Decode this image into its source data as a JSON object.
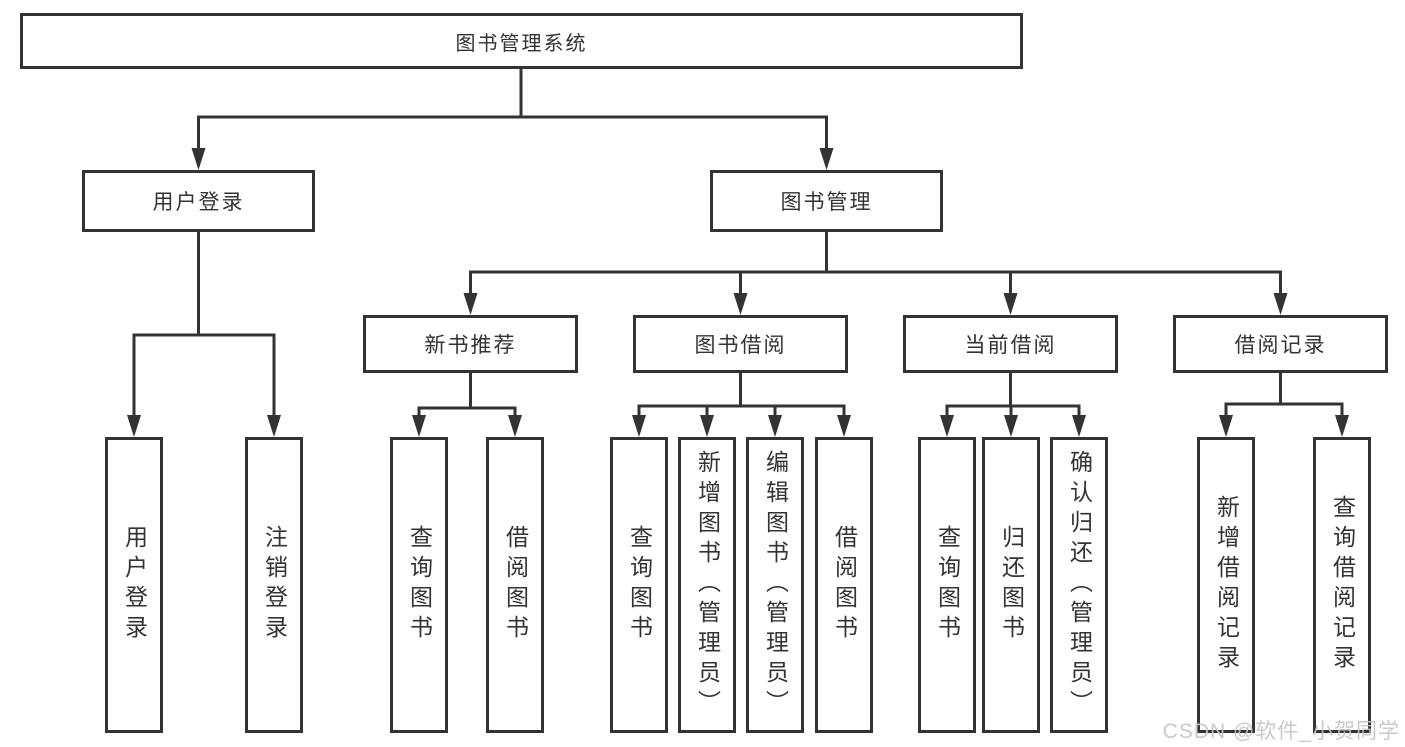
{
  "colors": {
    "line": "#333333",
    "text": "#333333",
    "background": "#ffffff",
    "box_fill": "#ffffff",
    "watermark": "#c5c5c5"
  },
  "watermark": "CSDN @软件_小贺同学",
  "tree": {
    "root": {
      "label": "图书管理系统",
      "children": [
        {
          "label": "用户登录",
          "children": [
            {
              "label": "用户登录"
            },
            {
              "label": "注销登录"
            }
          ]
        },
        {
          "label": "图书管理",
          "children": [
            {
              "label": "新书推荐",
              "children": [
                {
                  "label": "查询图书"
                },
                {
                  "label": "借阅图书"
                }
              ]
            },
            {
              "label": "图书借阅",
              "children": [
                {
                  "label": "查询图书"
                },
                {
                  "label": "新增图书（管理员）"
                },
                {
                  "label": "编辑图书（管理员）"
                },
                {
                  "label": "借阅图书"
                }
              ]
            },
            {
              "label": "当前借阅",
              "children": [
                {
                  "label": "查询图书"
                },
                {
                  "label": "归还图书"
                },
                {
                  "label": "确认归还（管理员）"
                }
              ]
            },
            {
              "label": "借阅记录",
              "children": [
                {
                  "label": "新增借阅记录"
                },
                {
                  "label": "查询借阅记录"
                }
              ]
            }
          ]
        }
      ]
    }
  }
}
